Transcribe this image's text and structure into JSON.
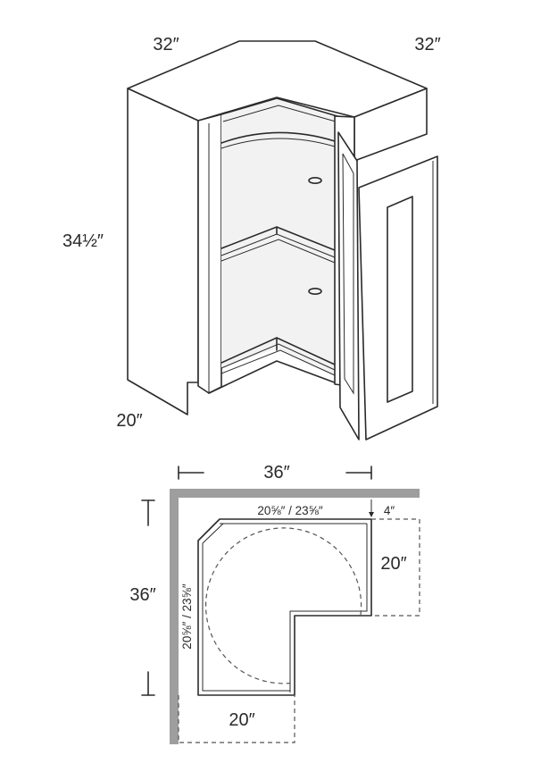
{
  "elevation": {
    "dim_top_left": "32″",
    "dim_top_right": "32″",
    "dim_height": "34½″",
    "dim_depth": "20″"
  },
  "plan": {
    "dim_width": "36″",
    "dim_height": "36″",
    "dim_opening_top": "20⅝″ / 23⅝″",
    "dim_opening_side": "20⅝″ / 23⅝″",
    "dim_offset": "4″",
    "dim_right_depth": "20″",
    "dim_bottom_depth": "20″"
  }
}
